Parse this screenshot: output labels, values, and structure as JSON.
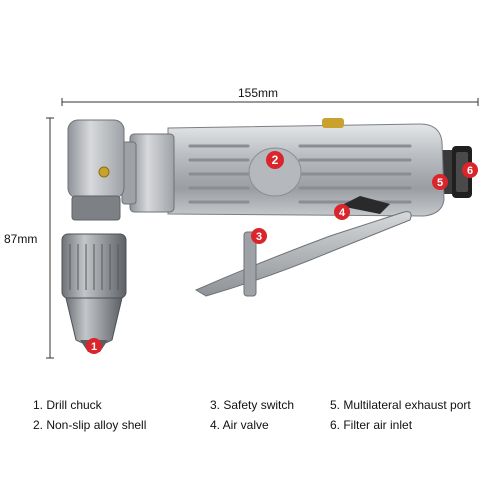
{
  "dimensions": {
    "width": "155mm",
    "height": "87mm"
  },
  "callouts": [
    "1",
    "2",
    "3",
    "4",
    "5",
    "6"
  ],
  "legend": [
    "1. Drill chuck",
    "2. Non-slip alloy shell",
    "3. Safety switch",
    "4. Air valve",
    "5. Multilateral exhaust port",
    "6. Filter air inlet"
  ],
  "colors": {
    "badge": "#d9252b",
    "metal": "#a9adb2",
    "dark": "#2a2a2a"
  }
}
